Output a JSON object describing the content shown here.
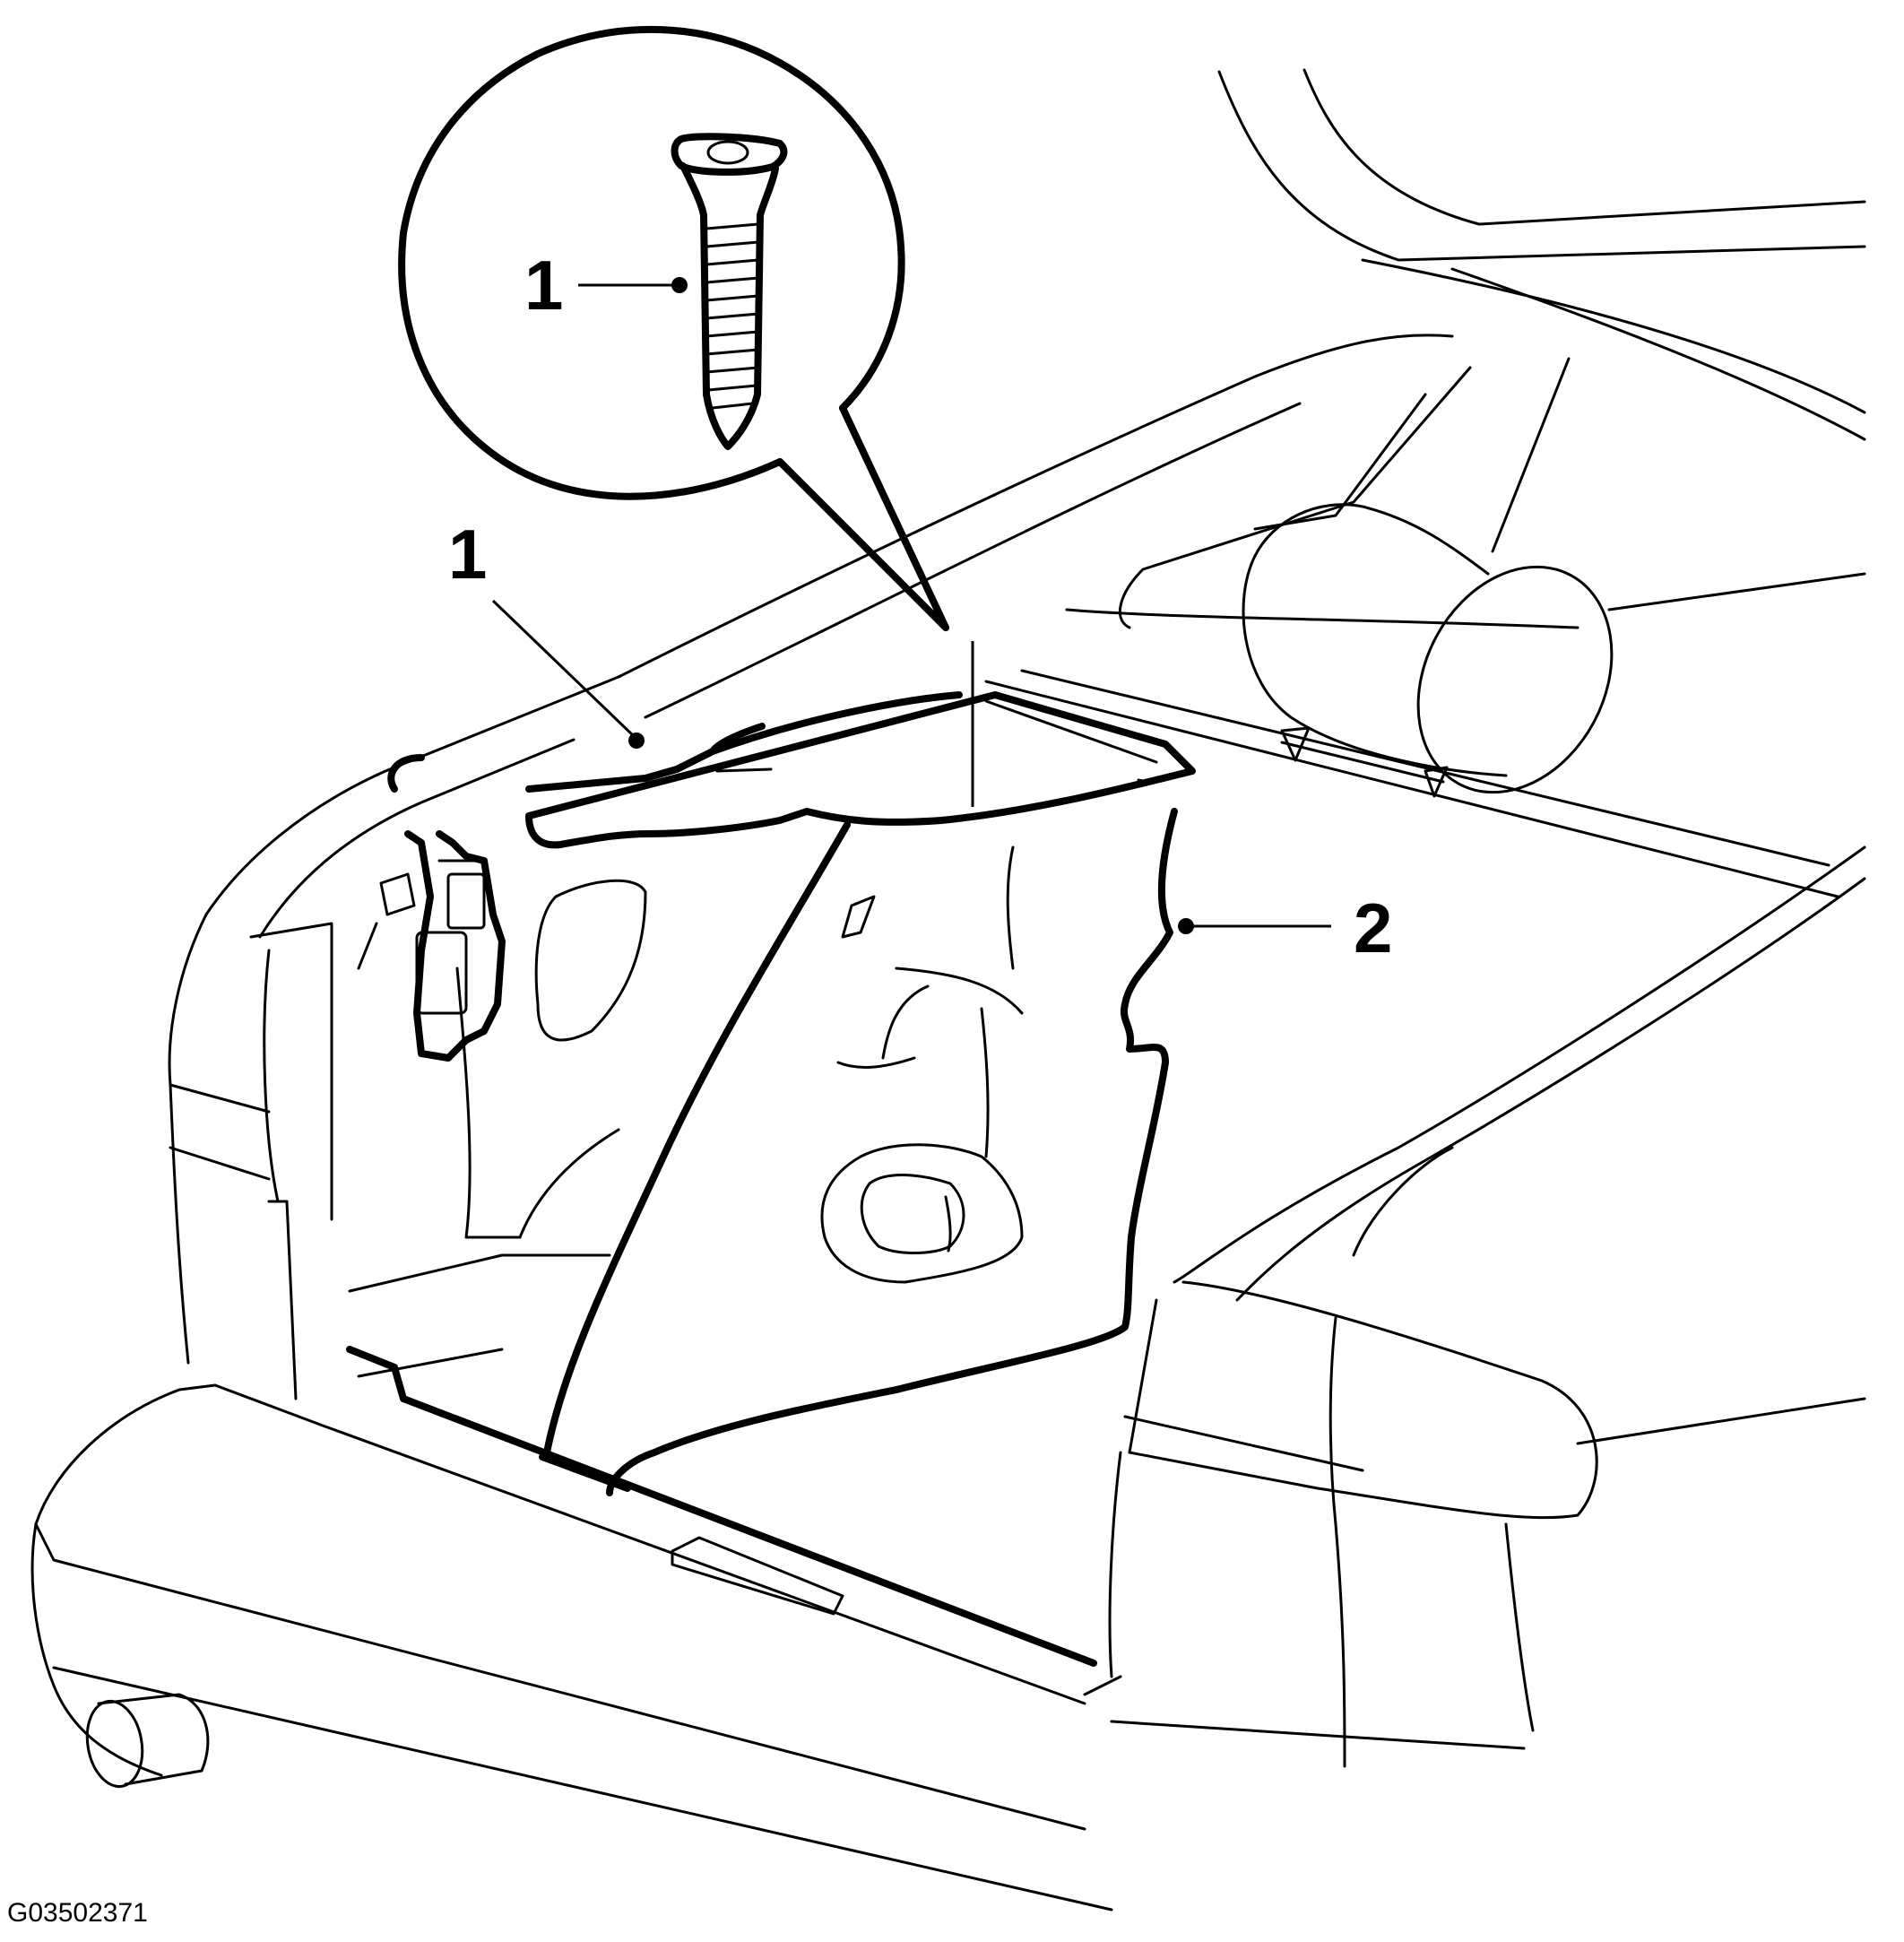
{
  "figure_id": "G03502371",
  "callouts": {
    "screw_detail": "1",
    "screw_location": "1",
    "side_trim_panel": "2"
  },
  "colors": {
    "line": "#000000",
    "background": "#ffffff"
  }
}
